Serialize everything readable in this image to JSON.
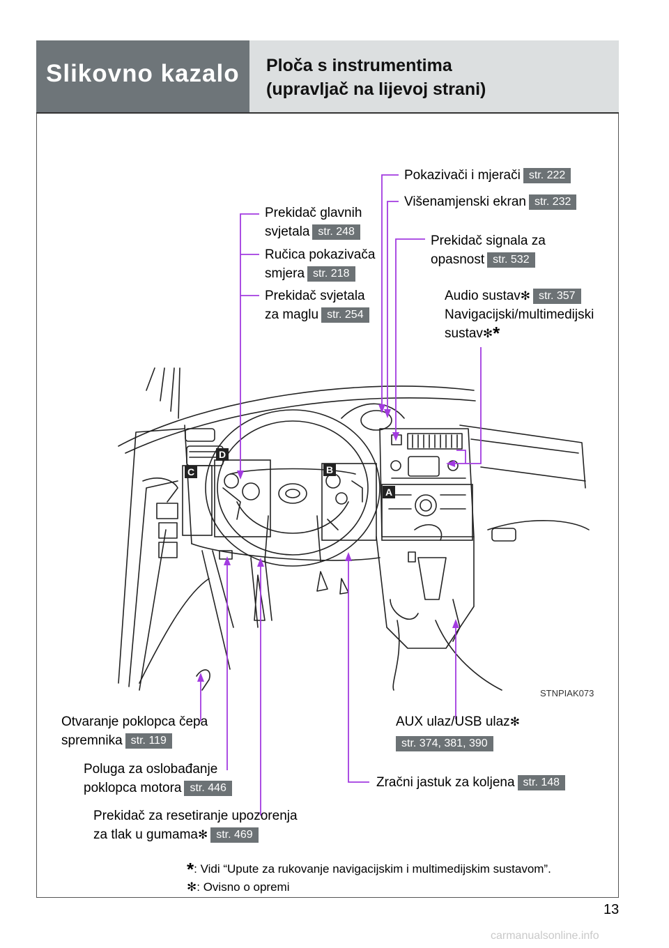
{
  "header": {
    "title": "Slikovno kazalo",
    "subtitle_line1": "Ploča s instrumentima",
    "subtitle_line2": "(upravljač na lijevoj strani)"
  },
  "callouts": {
    "pokazivaci": {
      "text": "Pokazivači i mjerači",
      "page": "str. 222"
    },
    "visenamjenski": {
      "text": "Višenamjenski ekran",
      "page": "str. 232"
    },
    "glavna_svjetla": {
      "line1": "Prekidač glavnih",
      "line2": "svjetala",
      "page": "str. 248"
    },
    "rucica": {
      "line1": "Ručica pokazivača",
      "line2": "smjera",
      "page": "str. 218"
    },
    "magla": {
      "line1": "Prekidač svjetala",
      "line2": "za maglu",
      "page": "str. 254"
    },
    "opasnost": {
      "line1": "Prekidač signala za",
      "line2": "opasnost",
      "page": "str. 532"
    },
    "audio": {
      "line1": "Audio sustav",
      "line2": "Navigacijski/multimedijski",
      "line3": "sustav",
      "page": "str. 357"
    },
    "cep": {
      "line1": "Otvaranje poklopca čepa",
      "line2": "spremnika",
      "page": "str. 119"
    },
    "aux": {
      "line1": "AUX ulaz/USB ulaz",
      "page": "str. 374, 381, 390"
    },
    "poluga": {
      "line1": "Poluga za oslobađanje",
      "line2": "poklopca motora",
      "page": "str. 446"
    },
    "jastuk": {
      "text": "Zračni jastuk za koljena",
      "page": "str. 148"
    },
    "resetiranje": {
      "line1": "Prekidač za resetiranje upozorenja",
      "line2": "za tlak u gumama",
      "page": "str. 469"
    }
  },
  "boxes": {
    "a": "A",
    "b": "B",
    "c": "C",
    "d": "D"
  },
  "image_code": "STNPIAK073",
  "notes": {
    "note1": ": Vidi “Upute za rukovanje navigacijskim i multimedijskim sustavom”.",
    "note2": ": Ovisno o opremi"
  },
  "page_number": "13",
  "watermark": "carmanualsonline.info",
  "colors": {
    "header_dark": "#6e7579",
    "header_light": "#dcdfe0",
    "page_badge": "#6c7275",
    "leader": "#a23be0"
  }
}
